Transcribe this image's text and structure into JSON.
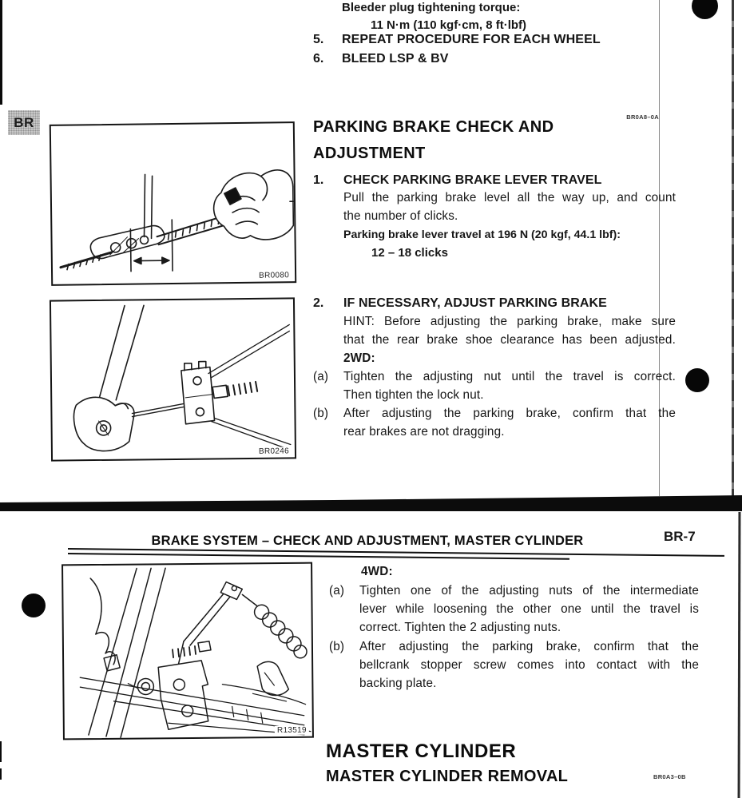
{
  "colors": {
    "paper": "#ffffff",
    "ink": "#161616",
    "tab_bg": "#c9c9c9"
  },
  "page1": {
    "tab_label": "BR",
    "bleeder": {
      "torque_label": "Bleeder plug tightening torque:",
      "torque_value": "11 N·m (110 kgf·cm, 8 ft·lbf)",
      "step5_num": "5.",
      "step5_text": "REPEAT PROCEDURE FOR EACH WHEEL",
      "step6_num": "6.",
      "step6_text": "BLEED LSP & BV"
    },
    "section_code": "BR0A8–0A",
    "heading_line1": "PARKING BRAKE CHECK AND",
    "heading_line2": "ADJUSTMENT",
    "step1": {
      "num": "1.",
      "title": "CHECK PARKING BRAKE LEVER TRAVEL",
      "body_line1": "Pull the parking brake level all the way up, and count",
      "body_line2": "the number of clicks.",
      "spec": "Parking brake lever travel at 196 N (20 kgf, 44.1 lbf):",
      "spec_value": "12 – 18 clicks"
    },
    "figure1_label": "BR0080",
    "step2": {
      "num": "2.",
      "title": "IF NECESSARY, ADJUST PARKING BRAKE",
      "hint_line1": "HINT: Before adjusting the parking brake, make sure",
      "hint_line2": "that the rear brake shoe clearance has been adjusted.",
      "mode": "2WD:",
      "item_a_label": "(a)",
      "item_a_line1": "Tighten the adjusting nut until the travel is correct.",
      "item_a_line2": "Then tighten the lock nut.",
      "item_b_label": "(b)",
      "item_b_line1": "After adjusting the parking brake, confirm that the",
      "item_b_line2": "rear brakes are not dragging."
    },
    "figure2_label": "BR0246"
  },
  "page2": {
    "header_title": "BRAKE SYSTEM – CHECK AND ADJUSTMENT, MASTER CYLINDER",
    "page_number": "BR-7",
    "figure3_label": "R13519",
    "mode": "4WD:",
    "item_a_label": "(a)",
    "item_a_line1": "Tighten one of the adjusting nuts of the intermediate",
    "item_a_line2": "lever while loosening the other one until the travel is",
    "item_a_line3": "correct. Tighten the 2 adjusting nuts.",
    "item_b_label": "(b)",
    "item_b_line1": "After adjusting the parking brake, confirm that the",
    "item_b_line2": "bellcrank stopper screw comes into contact with the",
    "item_b_line3": "backing plate.",
    "heading1": "MASTER CYLINDER",
    "heading2": "MASTER CYLINDER REMOVAL",
    "section_code": "BR0A3–0B"
  }
}
